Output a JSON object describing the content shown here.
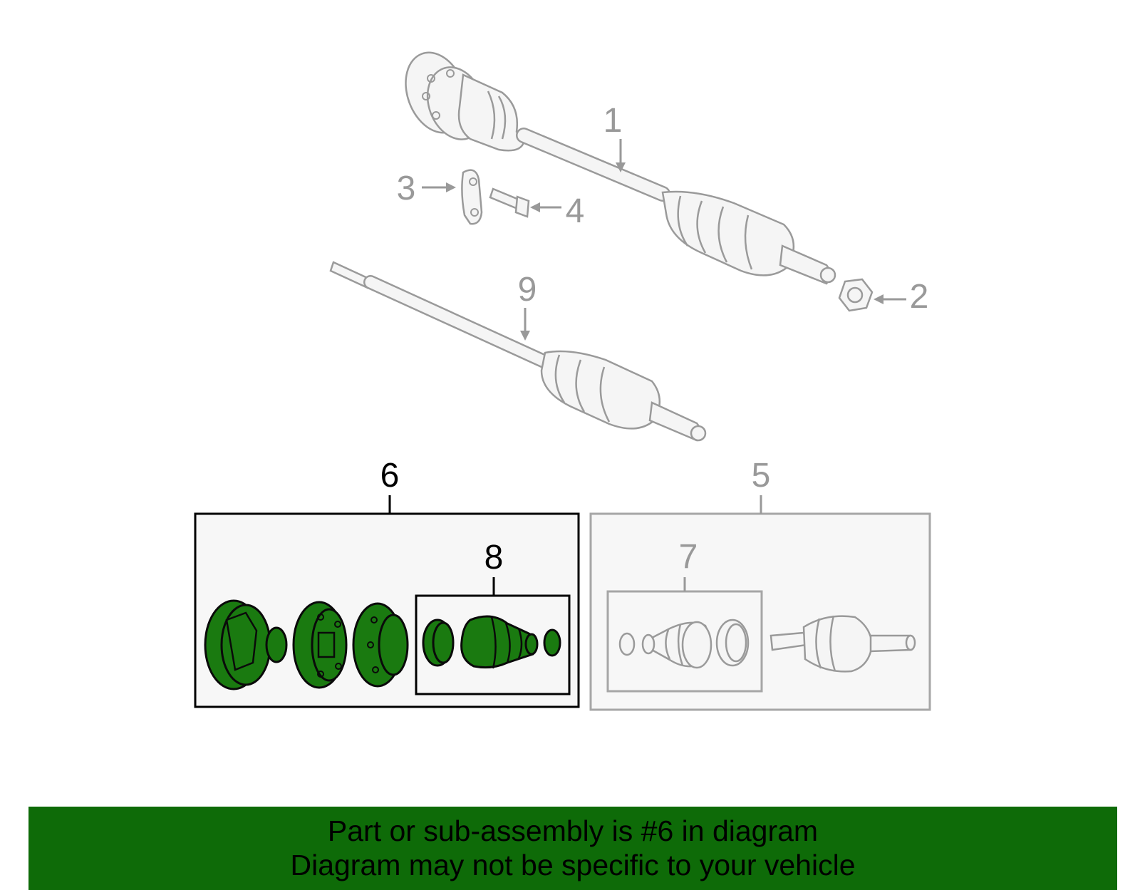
{
  "callouts": {
    "c1": "1",
    "c2": "2",
    "c3": "3",
    "c4": "4",
    "c5": "5",
    "c6": "6",
    "c7": "7",
    "c8": "8",
    "c9": "9"
  },
  "banner": {
    "line1": "Part or sub-assembly is #6 in diagram",
    "line2": "Diagram may not be specific to your vehicle"
  },
  "colors": {
    "highlight_green": "#1a7a10",
    "banner_green": "#0e6b08",
    "line_gray": "#999999"
  }
}
